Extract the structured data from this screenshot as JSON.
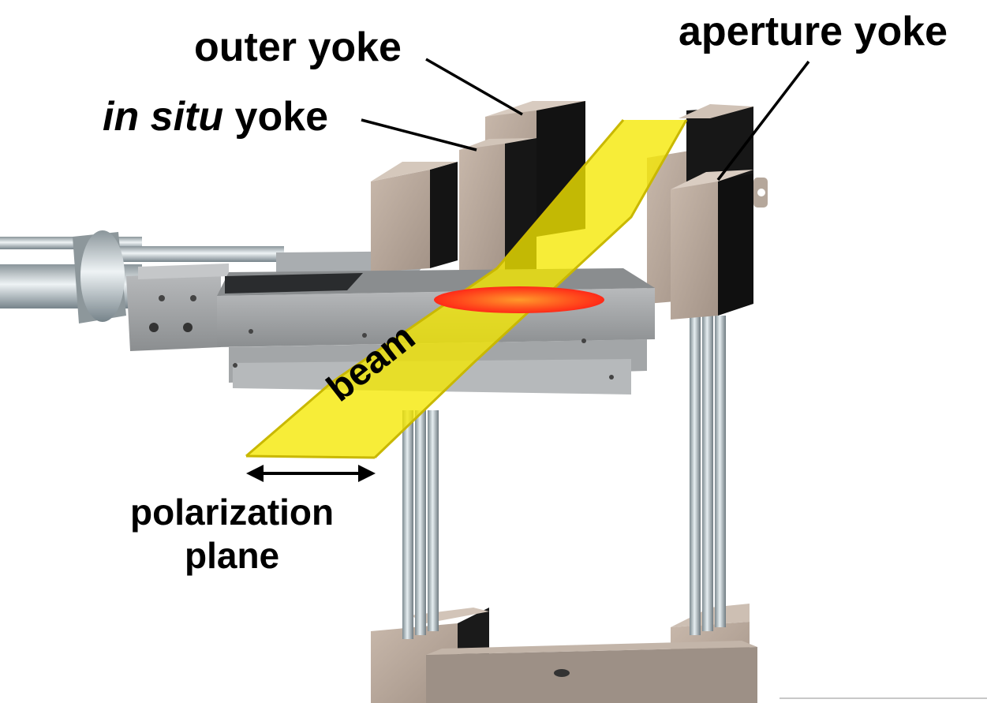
{
  "labels": {
    "outer_yoke": "outer yoke",
    "aperture_yoke": "aperture yoke",
    "in_situ_italic": "in situ",
    "in_situ_rest": " yoke",
    "beam": "beam",
    "polarization_line1": "polarization",
    "polarization_line2": "plane"
  },
  "colors": {
    "beam": "#f5e800",
    "beam_edge": "#c9b800",
    "spot": "#ff3b1f",
    "yoke_face": "#b8a89c",
    "yoke_dark": "#111111",
    "metal": "#9ea1a3",
    "rod": "#c9d3d8"
  }
}
